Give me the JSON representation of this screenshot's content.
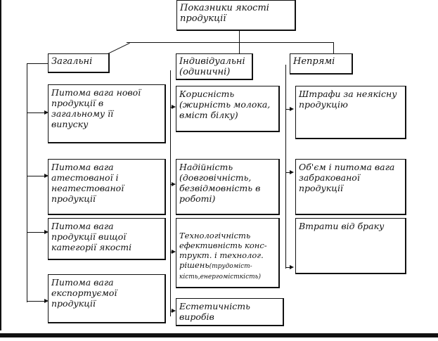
{
  "diagram": {
    "root": "Показники якості\nпродукції",
    "categories": {
      "general": "Загальні",
      "individual": "Індивідуальні\n(одиничні)",
      "indirect": "Непрямі"
    },
    "general_items": [
      "Питома вага нової\nпродукції в\nзагальному  її\nвипуску",
      "Питома вага\nатестованої і\nнеатестованої\nпродукції",
      "Питома вага\nпродукції вищої\nкатегорії  якості",
      "Питома вага\nекспортуємої\nпродукції"
    ],
    "individual_items": [
      "Корисність\n(жирність молока,\nвміст білку)",
      "Надійність\n(довговічність,\nбезвідмовність в\nроботі)",
      "Технологічність\nефективність конс-\nтрукт. і технолог.\nрішень",
      "Естетичність\nвиробів"
    ],
    "individual_item3_tail": "(трудоміст-\nкість,енергомісткість)",
    "indirect_items": [
      "Штрафи за неякісну\nпродукцію",
      "Об'єм і питома вага\nзабракованої\nпродукції",
      "Втрати від браку"
    ]
  }
}
